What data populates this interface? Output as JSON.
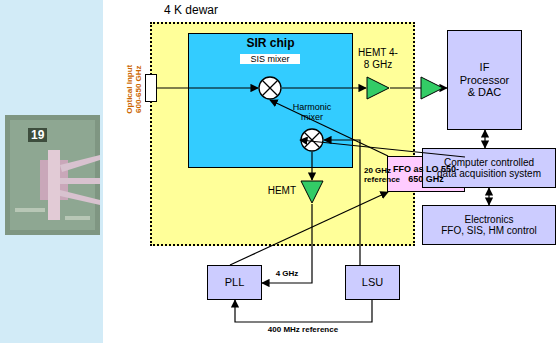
{
  "diagram": {
    "nodes": [
      {
        "text": [
          "4 K dewar"
        ]
      },
      {
        "text": [
          "Optical Input 600-650 GHz"
        ],
        "in": 0
      },
      {
        "text": [
          "SIR chip"
        ],
        "in": 0
      },
      {
        "text": [
          "SIS mixer"
        ],
        "in": 2
      },
      {
        "text": [
          "Harmonic mixer"
        ],
        "in": 2
      },
      {
        "text": [
          "FFO as LO 550-650 GHz"
        ],
        "in": 2
      },
      {
        "text": [
          "HEMT 4-8 GHz"
        ],
        "in": 0
      },
      {
        "text": [
          "HEMT"
        ],
        "in": 0
      },
      {
        "text": [
          "IF Processor & DAC"
        ]
      },
      {
        "text": [
          "Computer controlled data acquisition system"
        ]
      },
      {
        "text": [
          "Electronics",
          "FFO, SIS, HM control"
        ]
      },
      {
        "text": [
          "PLL"
        ]
      },
      {
        "text": [
          "LSU"
        ]
      }
    ],
    "edges": [
      {
        "from": 1,
        "to": 3,
        "arrow": "to"
      },
      {
        "from": 5,
        "to": 3,
        "arrow": "to"
      },
      {
        "from": 5,
        "to": 4,
        "arrow": "to"
      },
      {
        "from": 3,
        "to": 6,
        "arrow": "to"
      },
      {
        "from": 6,
        "to": 8,
        "arrow": "to"
      },
      {
        "from": 4,
        "to": 7,
        "arrow": "to"
      },
      {
        "from": 7,
        "to": 11,
        "label": "4 GHz",
        "arrow": "to"
      },
      {
        "from": 11,
        "to": 5,
        "arrow": "to"
      },
      {
        "from": 12,
        "to": 4,
        "label": "20 GHz reference",
        "arrow": "to"
      },
      {
        "from": 12,
        "to": 11,
        "label": "400 MHz reference",
        "arrow": "to"
      },
      {
        "from": 8,
        "to": 9,
        "arrow": "both"
      },
      {
        "from": 9,
        "to": 10,
        "arrow": "both"
      }
    ],
    "labels": [
      "19"
    ]
  }
}
